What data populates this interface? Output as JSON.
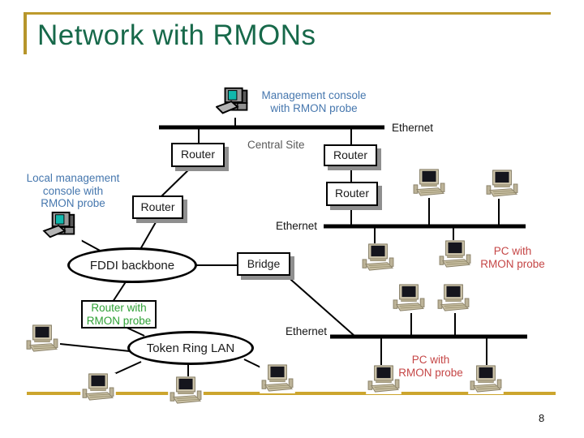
{
  "title": "Network with RMONs",
  "page_number": "8",
  "nodes": {
    "router": "Router",
    "bridge": "Bridge",
    "fddi_backbone": "FDDI backbone",
    "token_ring_lan": "Token Ring LAN",
    "router_with_rmon": "Router with\nRMON probe"
  },
  "labels": {
    "management_console": "Management console\nwith RMON probe",
    "local_console": "Local management\nconsole with\nRMON probe",
    "central_site": "Central Site",
    "ethernet": "Ethernet",
    "pc_with_rmon": "PC with\nRMON probe"
  },
  "icons": {
    "console": "console-computer-icon",
    "pc": "desktop-pc-icon"
  },
  "colors": {
    "title_green": "#17694A",
    "gold_border": "#B6952B",
    "gold_line": "#CCA52E",
    "blue_label": "#4677AE",
    "red_label": "#C54646",
    "green_label": "#2FA136",
    "gray_label": "#595959",
    "line_black": "#000000"
  }
}
